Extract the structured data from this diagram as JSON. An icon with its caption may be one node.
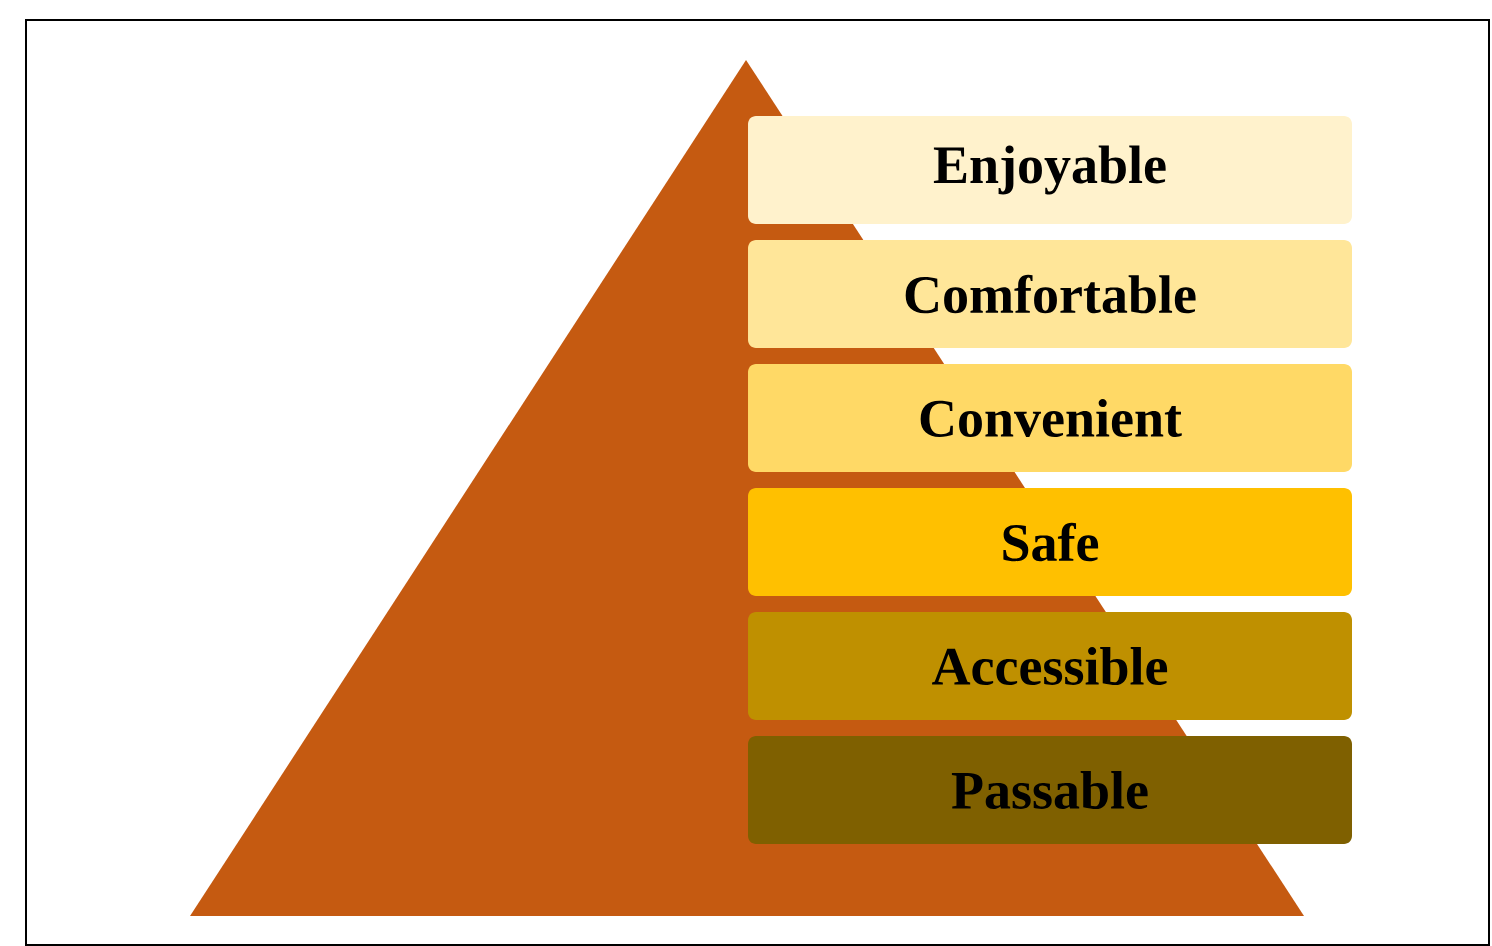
{
  "diagram": {
    "nodes": [
      {
        "text": [
          "Enjoyable"
        ]
      },
      {
        "text": [
          "Comfortable"
        ]
      },
      {
        "text": [
          "Convenient"
        ]
      },
      {
        "text": [
          "Safe"
        ]
      },
      {
        "text": [
          "Accessible"
        ]
      },
      {
        "text": [
          "Passable"
        ]
      }
    ]
  }
}
